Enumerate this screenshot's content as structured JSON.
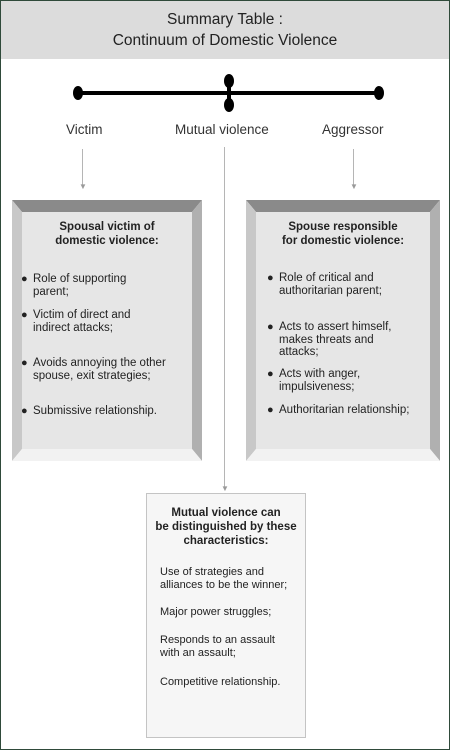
{
  "title": {
    "line1": "Summary Table :",
    "line2": "Continuum of Domestic Violence"
  },
  "continuum": {
    "left_label": "Victim",
    "middle_label": "Mutual violence",
    "right_label": "Aggressor"
  },
  "victim_box": {
    "heading_line1": "Spousal victim of",
    "heading_line2": "domestic violence:",
    "items": [
      [
        "Role of supporting",
        "parent;"
      ],
      [
        "Victim of direct and",
        "indirect attacks;"
      ],
      [
        "Avoids annoying the other",
        "spouse, exit strategies;"
      ],
      [
        "Submissive relationship."
      ]
    ]
  },
  "aggressor_box": {
    "heading_line1": "Spouse responsible",
    "heading_line2": "for domestic violence:",
    "items": [
      [
        "Role of critical and",
        "authoritarian parent;"
      ],
      [
        "Acts to assert himself,",
        "makes threats and",
        "attacks;"
      ],
      [
        "Acts with anger,",
        "impulsiveness;"
      ],
      [
        "Authoritarian relationship;"
      ]
    ]
  },
  "mutual_box": {
    "heading_line1": "Mutual violence can",
    "heading_line2": "be distinguished by these",
    "heading_line3": "characteristics:",
    "items": [
      [
        "Use of strategies and",
        "alliances to be the winner;"
      ],
      [
        "Major power struggles;"
      ],
      [
        "Responds to an assault",
        "with an assault;"
      ],
      [
        "Competitive relationship."
      ]
    ]
  },
  "colors": {
    "title_band": "#dcdcdc",
    "frame_border": "#2f4a3a",
    "box_face": "#e6e6e6",
    "box_side": "#c8c8c8",
    "box_top": "#8a8a8a",
    "box_bottom": "#f2f2f2"
  }
}
